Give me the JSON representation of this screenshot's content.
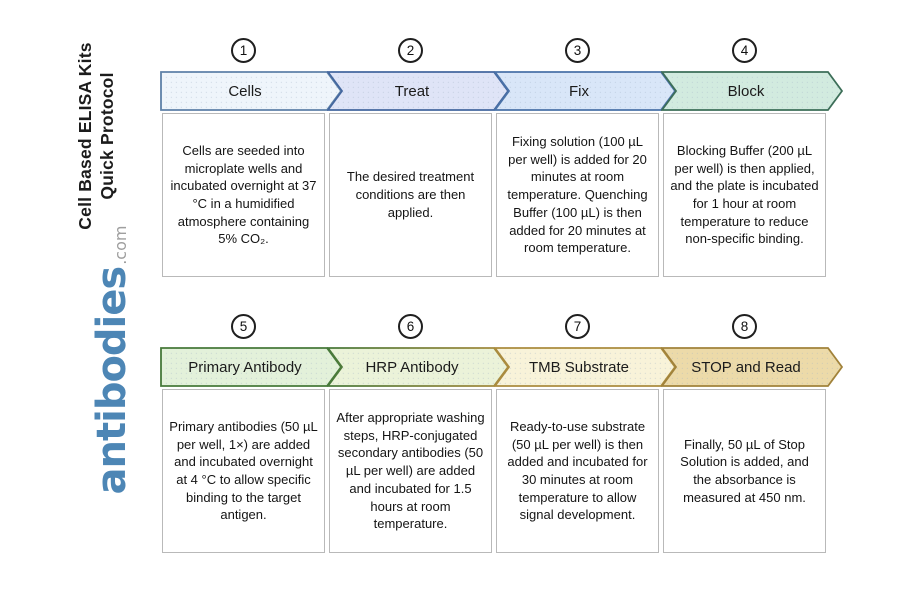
{
  "sidebar": {
    "title_line1": "Cell Based ELISA Kits",
    "title_line2": "Quick Protocol",
    "logo_text": "antibodies",
    "logo_suffix": ".com",
    "logo_color": "#4d86b5",
    "logo_suffix_color": "#9f9f9f"
  },
  "protocol": {
    "rows": [
      [
        0,
        1,
        2,
        3
      ],
      [
        4,
        5,
        6,
        7
      ]
    ],
    "steps": [
      {
        "number": "1",
        "label": "Cells",
        "description": "Cells are seeded into microplate wells and incubated overnight at 37 °C in a humidified atmosphere containing 5% CO₂.",
        "fill": "#eff5fb",
        "stroke": "#5e81a8"
      },
      {
        "number": "2",
        "label": "Treat",
        "description": "The desired treatment conditions are then applied.",
        "fill": "#dfe4f7",
        "stroke": "#44679f"
      },
      {
        "number": "3",
        "label": "Fix",
        "description": "Fixing solution (100 µL per well) is added for 20 minutes at room temperature. Quenching Buffer (100 µL) is then added for 20 minutes at room temperature.",
        "fill": "#d9e6f8",
        "stroke": "#4a72a8"
      },
      {
        "number": "4",
        "label": "Block",
        "description": "Blocking Buffer (200 µL per well) is then applied, and the plate is incubated for 1 hour at room temperature to reduce non-specific binding.",
        "fill": "#d2ebdf",
        "stroke": "#3c6e58"
      },
      {
        "number": "5",
        "label": "Primary Antibody",
        "description": "Primary antibodies (50 µL per well, 1×) are added and incubated overnight at 4 °C to allow specific binding to the target antigen.",
        "fill": "#e3f1da",
        "stroke": "#47793a"
      },
      {
        "number": "6",
        "label": "HRP Antibody",
        "description": "After appropriate washing steps, HRP-conjugated secondary antibodies (50 µL per well) are added and incubated for 1.5 hours at room temperature.",
        "fill": "#ebf3d9",
        "stroke": "#47793a",
        "stroke_end": "#ab8c3e"
      },
      {
        "number": "7",
        "label": "TMB Substrate",
        "description": "Ready-to-use substrate (50 µL per well) is then added and incubated for 30 minutes at room temperature to allow signal development.",
        "fill": "#f8f3d9",
        "stroke": "#ab8c3e"
      },
      {
        "number": "8",
        "label": "STOP and Read",
        "description": "Finally, 50 µL of Stop Solution is added, and the absorbance is measured at 450 nm.",
        "fill": "#ecdaa9",
        "stroke": "#a1823a"
      }
    ]
  }
}
